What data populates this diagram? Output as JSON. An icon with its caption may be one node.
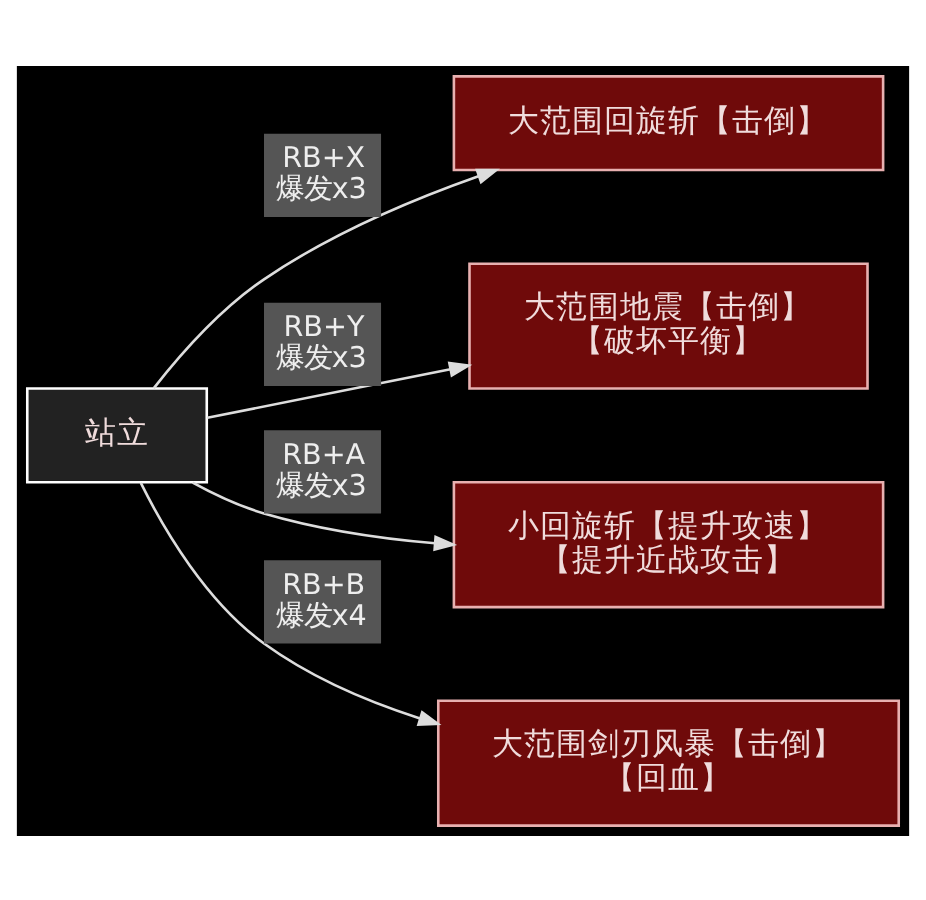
{
  "diagram": {
    "nodes": [
      {
        "text": [
          "站立"
        ]
      },
      {
        "text": [
          "大范围回旋斩【击倒】"
        ]
      },
      {
        "text": [
          "大范围地震【击倒】",
          "【破坏平衡】"
        ]
      },
      {
        "text": [
          "小回旋斩【提升攻速】",
          "【提升近战攻击】"
        ]
      },
      {
        "text": [
          "大范围剑刃风暴【击倒】",
          "【回血】"
        ]
      }
    ],
    "edges": [
      {
        "from": 0,
        "to": 1,
        "arrow": "to",
        "label": "RB+X 爆发x3"
      },
      {
        "from": 0,
        "to": 2,
        "arrow": "to",
        "label": "RB+Y 爆发x3"
      },
      {
        "from": 0,
        "to": 3,
        "arrow": "to",
        "label": "RB+A 爆发x3"
      },
      {
        "from": 0,
        "to": 4,
        "arrow": "to",
        "label": "RB+B 爆发x4"
      }
    ]
  }
}
